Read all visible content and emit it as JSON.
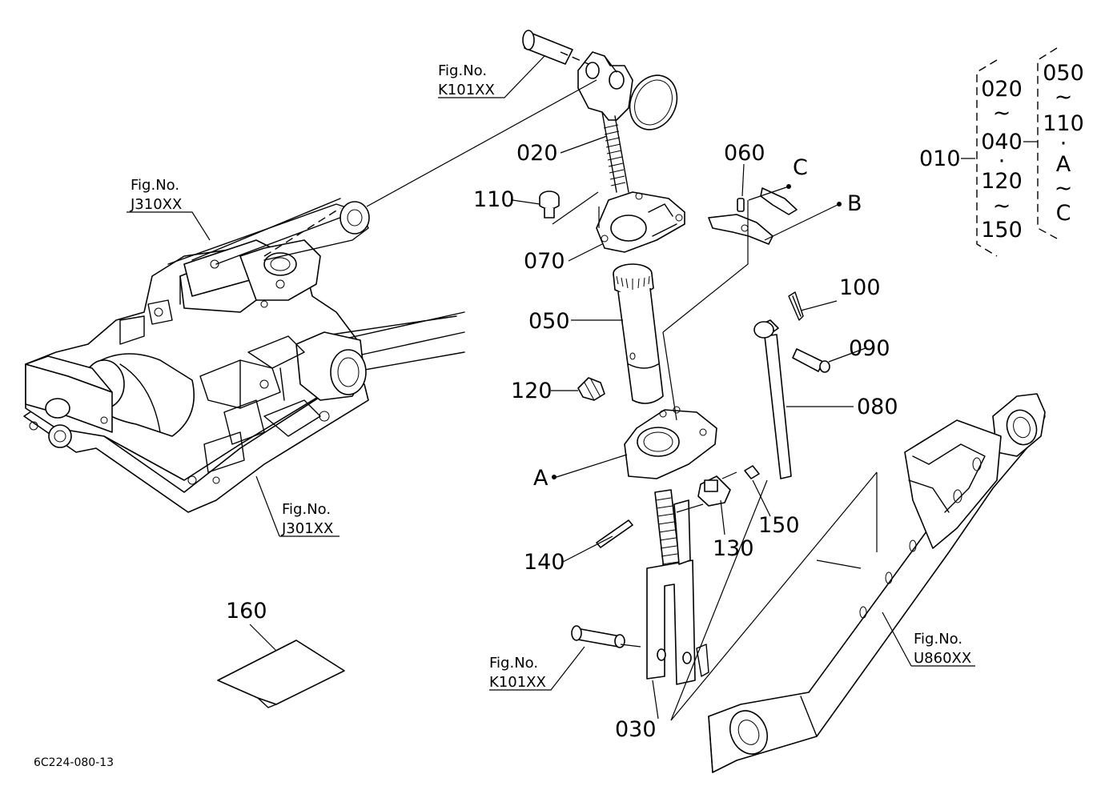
{
  "part_labels": {
    "p010": "010",
    "p020": "020",
    "p030": "030",
    "p050": "050",
    "p060": "060",
    "p070": "070",
    "p080": "080",
    "p090": "090",
    "p100": "100",
    "p110": "110",
    "p120": "120",
    "p130": "130",
    "p140": "140",
    "p150": "150",
    "p160": "160"
  },
  "markers": {
    "a": "A",
    "b": "B",
    "c": "C"
  },
  "fig_refs": {
    "k101_top": {
      "title": "Fig.No.",
      "code": "K101XX"
    },
    "j310": {
      "title": "Fig.No.",
      "code": "J310XX"
    },
    "j301": {
      "title": "Fig.No.",
      "code": "J301XX"
    },
    "k101_bottom": {
      "title": "Fig.No.",
      "code": "K101XX"
    },
    "u860": {
      "title": "Fig.No.",
      "code": "U860XX"
    }
  },
  "legend": {
    "left_column": [
      "020",
      "~",
      "040",
      "·",
      "120",
      "~",
      "150"
    ],
    "right_column": [
      "050",
      "~",
      "110",
      "·",
      "A",
      "~",
      "C"
    ]
  },
  "drawing_code": "6C224-080-13"
}
